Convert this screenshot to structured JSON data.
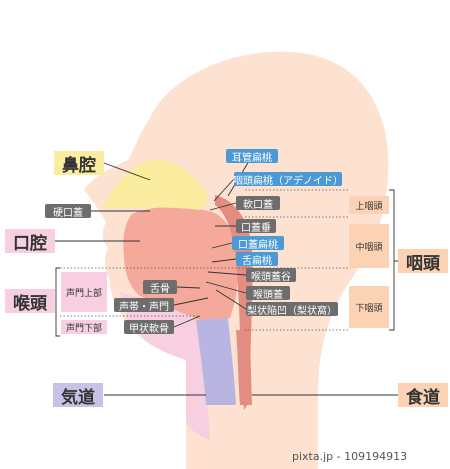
{
  "colors": {
    "skin": "#fde1d1",
    "tissue": "#f4a99a",
    "tissue_dark": "#e48c80",
    "nasal": "#fbeda0",
    "airway": "#b9b5e3",
    "throat_pink": "#f7cfe0",
    "label_gray": "#6d6d6d",
    "label_blue": "#4b9ad6",
    "side_orange": "#fbd3b4"
  },
  "labels": {
    "bikou": "鼻腔",
    "koukou": "口腔",
    "koutou": "喉頭",
    "kikan": "気道",
    "shokudou": "食道",
    "intou": "咽頭",
    "koukougai": "硬口蓋",
    "jikan_hentou": "耳管扁桃",
    "intou_hentou": "咽頭扁桃（アデノイド）",
    "nankougai": "軟口蓋",
    "kougaisui": "口蓋垂",
    "kougai_hentou": "口蓋扁桃",
    "zetsu_hentou": "舌扁桃",
    "koutou_gaikoku": "喉頭蓋谷",
    "koutougai": "喉頭蓋",
    "rijou_kanou": "梨状陥凹（梨状窩）",
    "zekkotsu": "舌骨",
    "seitai": "声帯・声門",
    "koujou_nankotsu": "甲状軟骨",
    "seimon_joubu": "声門上部",
    "seimon_kabu": "声門下部",
    "jou_intou": "上咽頭",
    "chuu_intou": "中咽頭",
    "ka_intou": "下咽頭"
  },
  "footer": {
    "site": "pixta.jp",
    "separator": "-",
    "id": "109194913"
  }
}
